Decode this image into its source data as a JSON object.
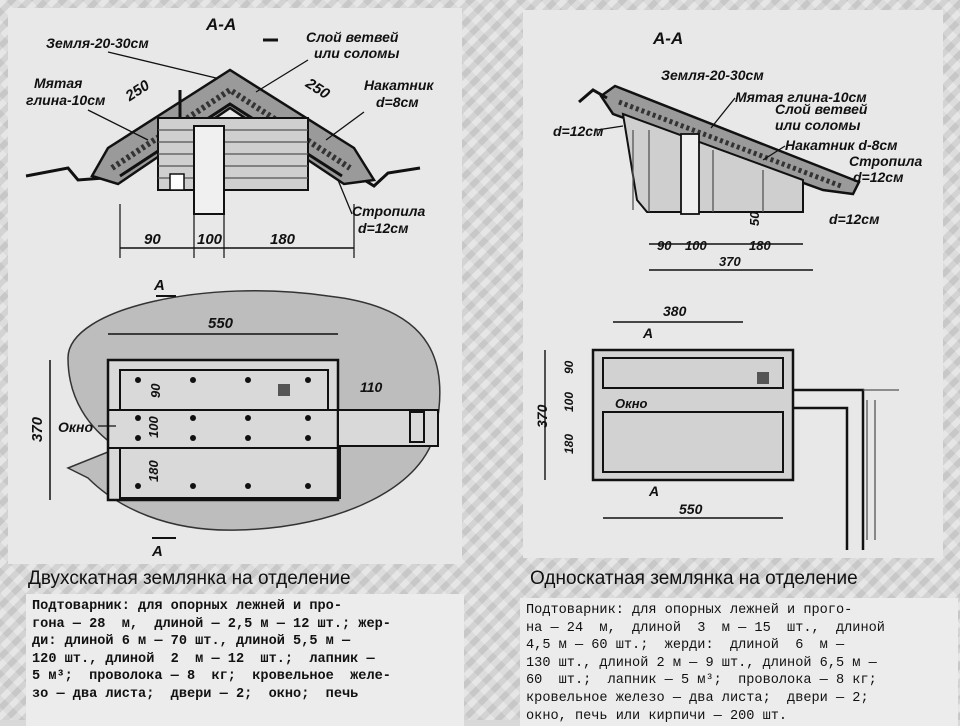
{
  "left": {
    "caption": "Двухскатная землянка на отделение",
    "section_title": "А-А",
    "labels": {
      "earth": "Земля-20-30см",
      "branches": "Слой ветвей\nили соломы",
      "clay": "Мятая\nглина-10см",
      "roll": "Накатник\nd=8см",
      "rafter": "Стропила\nd=12см",
      "window": "Окно",
      "section_marker": "А"
    },
    "dims": {
      "slope_left": "250",
      "slope_right": "250",
      "bottom_a": "90",
      "bottom_b": "100",
      "bottom_c": "180",
      "plan_length": "550",
      "plan_width": "370",
      "plan_90": "90",
      "plan_100": "100",
      "plan_180": "180",
      "plan_110": "110"
    },
    "materials": "Подтоварник: для опорных лежней и про-\nгона — 28  м,  длиной — 2,5 м — 12 шт.; жер-\nди: длиной 6 м — 70 шт., длиной 5,5 м —\n120 шт., длиной  2  м — 12  шт.;  лапник —\n5 м³;  проволока — 8  кг;  кровельное  желе-\nзо — два листа;  двери — 2;  окно;  печь"
  },
  "right": {
    "caption": "Односкатная землянка на отделение",
    "section_title": "А-А",
    "labels": {
      "earth": "Земля-20-30см",
      "clay": "Мятая глина-10см",
      "branches": "Слой ветвей\nили соломы",
      "roll": "Накатник d-8см",
      "rafter": "Стропила\nd=12см",
      "d_left": "d=12см",
      "d_right": "d=12см",
      "window": "Окно",
      "section_marker": "А"
    },
    "dims": {
      "height": "50",
      "bottom_a": "90",
      "bottom_b": "100",
      "bottom_c": "180",
      "total": "370",
      "plan_top": "380",
      "plan_length": "550",
      "plan_width": "370",
      "plan_90": "90",
      "plan_100": "100",
      "plan_180": "180"
    },
    "materials": "Подтоварник: для опорных лежней и прого-\nна — 24  м,  длиной  3  м — 15  шт.,  длиной\n4,5 м — 60 шт.;  жерди:  длиной  6  м —\n130 шт., длиной 2 м — 9 шт., длиной 6,5 м —\n60  шт.;  лапник — 5 м³;  проволока — 8 кг;\nкровельное железо — два листа;  двери — 2;\nокно, печь или кирпичи — 200 шт."
  }
}
